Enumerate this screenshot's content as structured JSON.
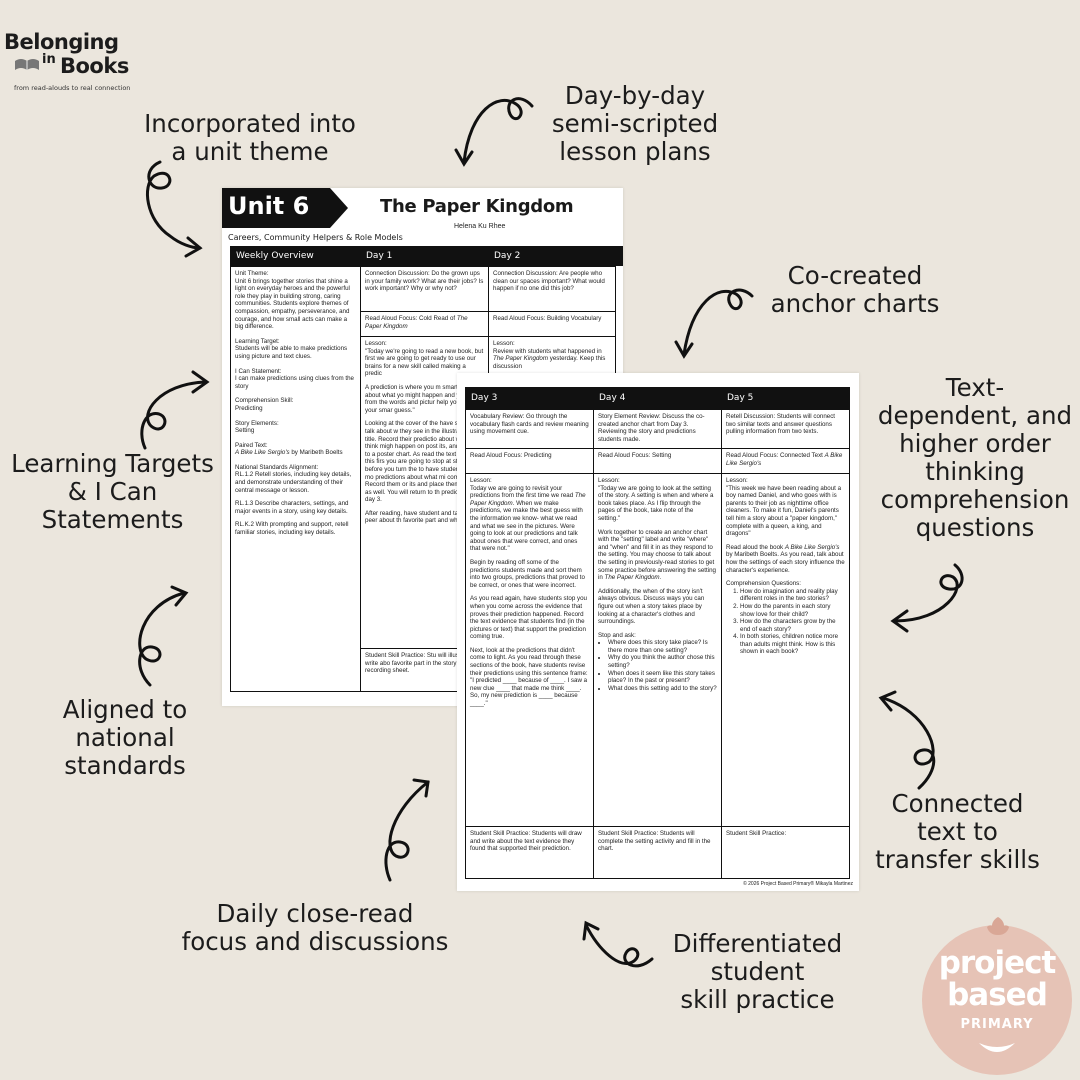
{
  "logo": {
    "title_line1": "Belonging",
    "title_in": "in",
    "title_line2": "Books",
    "tagline": "from read-alouds to real connection"
  },
  "callouts": {
    "unit_theme": "Incorporated into\na unit theme",
    "lesson_plans": "Day-by-day\nsemi-scripted\nlesson plans",
    "anchor_charts": "Co-created\nanchor charts",
    "text_dependent": "Text-\ndependent, and\nhigher order\nthinking\ncomprehension\nquestions",
    "learning_targets": "Learning Targets\n& I Can\nStatements",
    "standards": "Aligned to\nnational\nstandards",
    "connected_text": "Connected\ntext to\ntransfer skills",
    "close_read": "Daily close-read\nfocus and discussions",
    "differentiated": "Differentiated\nstudent\nskill practice"
  },
  "sheet1": {
    "unit_label": "Unit 6",
    "book_title": "The Paper Kingdom",
    "author": "Helena Ku Rhee",
    "theme": "Careers, Community Helpers & Role Models",
    "headers": [
      "Weekly Overview",
      "Day 1",
      "Day 2"
    ],
    "overview": {
      "unit_theme_label": "Unit Theme:",
      "unit_theme": "Unit 6 brings together stories that shine a light on everyday heroes and the powerful role they play in building strong, caring communities. Students explore themes of compassion, empathy, perseverance, and courage, and how small acts can make a big difference.",
      "learning_target_label": "Learning Target:",
      "learning_target": "Students will be able to make predictions using picture and text clues.",
      "i_can_label": "I Can Statement:",
      "i_can": "I can make predictions using clues from the story",
      "skill_label": "Comprehension Skill:",
      "skill": "Predicting",
      "elements_label": "Story Elements:",
      "elements": "Setting",
      "paired_label": "Paired Text:",
      "paired_title": "A Bike Like Sergio's",
      "paired_author": " by Maribeth Boelts",
      "standards_label": "National Standards Alignment:",
      "std1": "RL.1.2 Retell stories, including key details, and demonstrate understanding of their central message or lesson.",
      "std2": "RL.1.3 Describe characters, settings, and major events in a story, using key details.",
      "std3": "RL.K.2 With prompting and support, retell familiar stories, including key details."
    },
    "day1": {
      "discussion": "Connection Discussion: Do the grown ups in your family work? What are their jobs? Is work important? Why or why not?",
      "focus_label": "Read Aloud Focus: Cold Read of ",
      "focus_title": "The Paper Kingdom",
      "lesson_label": "Lesson:",
      "lesson1": "\"Today we're going to read a new book, but first we are going to get ready to use our brains for a new skill called making a predic",
      "lesson2": "A prediction is where you m smart guess about what yo might happen and you use t from the words and pictur help you explain your smar guess.\"",
      "lesson3": "Looking at the cover of the have students talk about w they see in the illustration c title. Record their predictio about what they think migh happen on post its, and sti them to a poster chart. As read the text aloud this firs you are going to stop at sti places before you turn the to have students make mo predictions about what mi come next. Record them or its and place them on the c as well. You will return to th predictions on day 3.",
      "lesson4": "After reading, have student and talk to a peer about th favorite part and why.",
      "practice": "Student Skill Practice: Stu will illustrate and write abo favorite part in the story or day 1 recording sheet."
    },
    "day2": {
      "discussion": "Connection Discussion: Are people who clean our spaces important? What would happen if no one did this job?",
      "focus": "Read Aloud Focus: Building Vocabulary",
      "lesson_label": "Lesson:",
      "lesson1": "Review with students what happened in ",
      "lesson_title": "The Paper Kingdom",
      "lesson2": " yesterday. Keep this discussion"
    }
  },
  "sheet2": {
    "headers": [
      "Day 3",
      "Day 4",
      "Day 5"
    ],
    "day3": {
      "review": "Vocabulary Review: Go through the vocabulary flash cards and review meaning using movement cue.",
      "focus": "Read Aloud Focus: Predicting",
      "lesson_label": "Lesson:",
      "p1a": "Today we are going to revisit your predictions from the first time we read ",
      "p1title": "The Paper Kingdom",
      "p1b": ". When we make predictions, we make the best guess with the information we know- what we read and what we see in the pictures. Were going to look at our predictions and talk about ones that were correct, and ones that were not.\"",
      "p2": "Begin by reading off some of the predictions students made and sort them into two groups, predictions that proved to be correct, or ones that were incorrect.",
      "p3": "As you read again, have students stop you when you come across the evidence that proves their prediction happened. Record the text evidence that students find (in the pictures or text) that support the prediction coming true.",
      "p4": "Next, look at the predictions that didn't come to light. As you read through these sections of the book, have students revise their predictions using this sentence frame: \"I predicted ____ because of ____. I saw a new clue ____ that made me think ____. So, my new prediction is ____ because ____.\"",
      "practice": "Student Skill Practice: Students will draw and write about the text evidence they found that supported their prediction."
    },
    "day4": {
      "review": "Story Element Review: Discuss the co-created anchor chart from Day 3. Reviewing the story and predictions students made.",
      "focus": "Read Aloud Focus: Setting",
      "lesson_label": "Lesson:",
      "p1": "\"Today we are going to look at the setting of the story.  A setting is when and where a book takes place.  As I flip through the pages of the book, take note of the setting.\"",
      "p2a": "Work together to create an anchor chart with the \"setting\" label and write \"where\" and \"when\" and fill it in as they respond to the setting. You may choose to talk about the setting in previously-read stories to get some practice before answering the setting in ",
      "p2title": "The Paper Kingdom.",
      "p3": "Additionally, the when of the story isn't always obvious.  Discuss ways you can figure out when a story takes place by looking at a character's clothes and surroundings.",
      "stop_label": "Stop and ask:",
      "q1": "Where does this story take place? Is there more than one setting?",
      "q2": "Why do you think the author chose this setting?",
      "q3": "When does it seem like this story takes place? In the past or present?",
      "q4": "What does this setting add to the story?",
      "practice": "Student Skill Practice: Students will complete the setting activity and fill in the chart."
    },
    "day5": {
      "review": "Retell Discussion: Students will connect two similar texts and answer questions pulling information from two texts.",
      "focus_a": "Read Aloud Focus: Connected Text ",
      "focus_title": "A Bike Like Sergio's",
      "lesson_label": "Lesson:",
      "p1": "\"This week we have been reading about a boy named Daniel, and who goes with is parents to their job as nighttime office cleaners. To make it fun, Daniel's parents tell him a story about a \"paper kingdom,\" complete with a queen, a king, and dragons\"",
      "p2a": "Read aloud the book ",
      "p2title": "A Bike Like Sergio's",
      "p2b": " by Maribeth Boelts. As you read, talk about how the settings of each story influence the character's experience.",
      "q_label": "Comprehension Questions:",
      "q1": "How do imagination and reality play different roles in the two stories?",
      "q2": "How do the parents in each story show love for their child?",
      "q3": "How do the characters grow by the end of each story?",
      "q4": "In both stories, children notice more than adults might think. How is this shown in each book?",
      "practice": "Student Skill Practice:"
    },
    "copyright": "© 2026 Project Based Primary® Mikayla Martinez"
  },
  "pb_logo": {
    "line1": "project",
    "line2": "based",
    "line3": "PRIMARY"
  },
  "colors": {
    "background": "#ebe6dd",
    "logo_circle": "#e6c3b6"
  }
}
